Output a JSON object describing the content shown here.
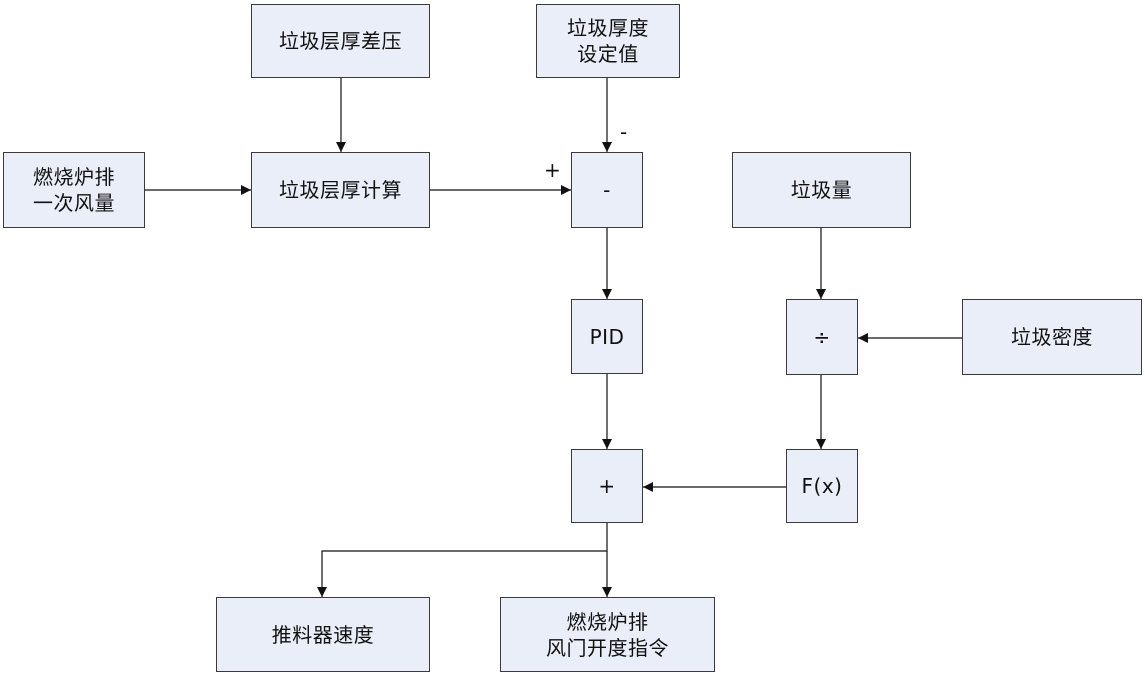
{
  "nodes": {
    "thickness_dp": {
      "lines": [
        "垃圾层厚差压"
      ]
    },
    "thickness_setpoint": {
      "lines": [
        "垃圾厚度",
        "设定值"
      ]
    },
    "primary_air": {
      "lines": [
        "燃烧炉排",
        "一次风量"
      ]
    },
    "thickness_calc": {
      "lines": [
        "垃圾层厚计算"
      ]
    },
    "subtract": {
      "lines": [
        "-"
      ]
    },
    "garbage_amount": {
      "lines": [
        "垃圾量"
      ]
    },
    "pid": {
      "lines": [
        "PID"
      ]
    },
    "divide": {
      "lines": [
        "÷"
      ]
    },
    "garbage_density": {
      "lines": [
        "垃圾密度"
      ]
    },
    "fx": {
      "lines": [
        "F(x)"
      ]
    },
    "sum": {
      "lines": [
        "+"
      ]
    },
    "feeder_speed": {
      "lines": [
        "推料器速度"
      ]
    },
    "damper_cmd": {
      "lines": [
        "燃烧炉排",
        "风门开度指令"
      ]
    }
  },
  "signs": {
    "plus": "+",
    "minus": "-"
  },
  "colors": {
    "box_fill": "#e9eef8",
    "stroke": "#3a3a3a"
  }
}
